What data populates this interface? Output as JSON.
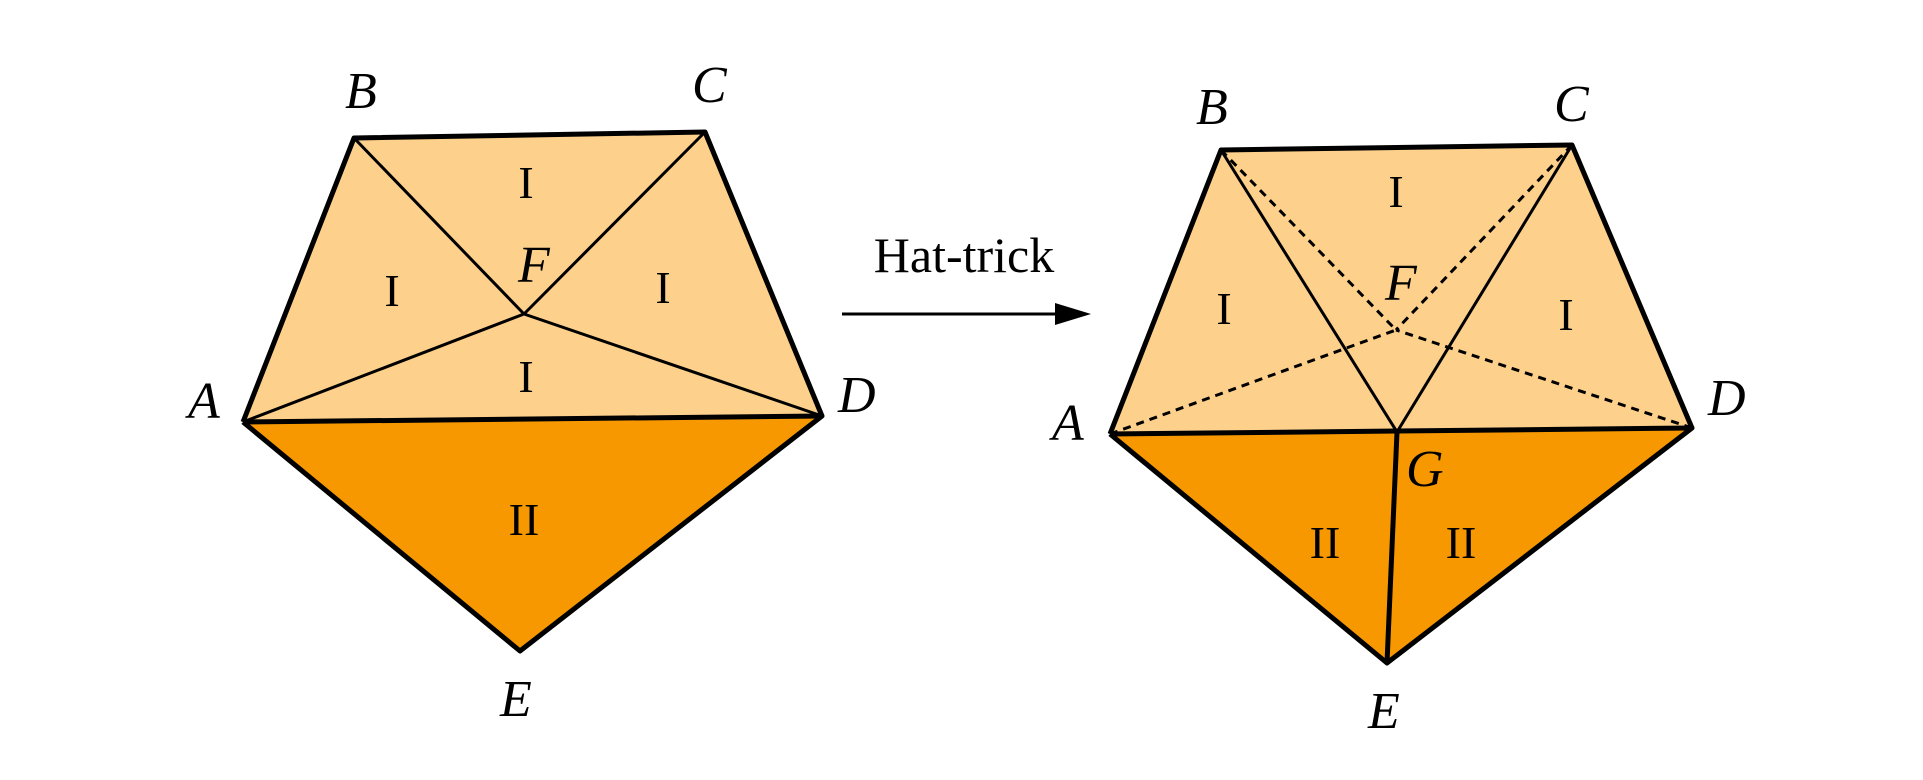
{
  "colors": {
    "light": "#FDD08C",
    "dark": "#F79800",
    "line": "#000000"
  },
  "arrow_label": "Hat-trick",
  "left": {
    "labels": {
      "A": "A",
      "B": "B",
      "C": "C",
      "D": "D",
      "E": "E",
      "F": "F"
    },
    "regions": [
      "I",
      "I",
      "I",
      "I",
      "II"
    ]
  },
  "right": {
    "labels": {
      "A": "A",
      "B": "B",
      "C": "C",
      "D": "D",
      "E": "E",
      "F": "F",
      "G": "G"
    },
    "regions": [
      "I",
      "I",
      "I",
      "II",
      "II"
    ]
  }
}
